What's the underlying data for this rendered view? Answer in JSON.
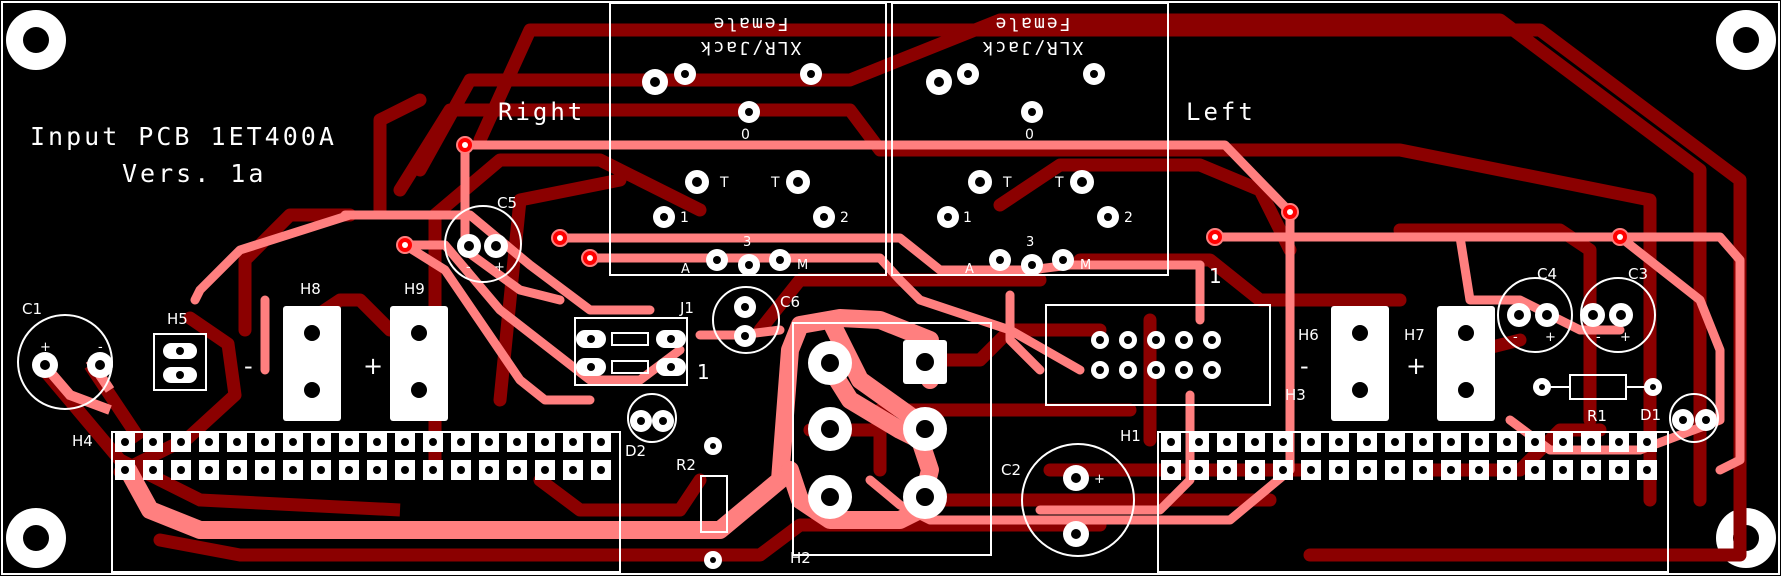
{
  "board": {
    "title_line1": "Input PCB 1ET400A",
    "title_line2": "Vers. 1a"
  },
  "channels": {
    "right": "Right",
    "left": "Left"
  },
  "connectors": {
    "xlr_right": {
      "line1": "Female",
      "line2": "XLR/Jack",
      "pin_t": "T",
      "pin_t2": "T",
      "pin_1": "1",
      "pin_2": "2",
      "pin_3": "3",
      "pin_a": "A",
      "pin_m": "M",
      "pin_0": "0"
    },
    "xlr_left": {
      "line1": "Female",
      "line2": "XLR/Jack",
      "pin_t": "T",
      "pin_t2": "T",
      "pin_1": "1",
      "pin_2": "2",
      "pin_3": "3",
      "pin_a": "A",
      "pin_m": "M",
      "pin_0": "0"
    }
  },
  "designators": {
    "c1": "C1",
    "c2": "C2",
    "c3": "C3",
    "c4": "C4",
    "c5": "C5",
    "c6": "C6",
    "d1": "D1",
    "d2": "D2",
    "r1": "R1",
    "r2": "R2",
    "h1": "H1",
    "h2": "H2",
    "h3": "H3",
    "h4": "H4",
    "h5": "H5",
    "h6": "H6",
    "h7": "H7",
    "h8": "H8",
    "h9": "H9",
    "j1": "J1"
  },
  "marks": {
    "minus": "-",
    "plus": "+",
    "one": "1",
    "j1_pin1": "1",
    "h3_pin1": "1",
    "c2_plus": "+",
    "c1_plus": "+",
    "c1_minus": "-",
    "c5_minus": "-",
    "c5_plus": "+",
    "c4_minus": "-",
    "c4_plus": "+",
    "c3_minus": "-",
    "c3_plus": "+"
  },
  "colors": {
    "background": "#000000",
    "bottom_copper": "#8b0000",
    "top_copper": "#ff7f7f",
    "silkscreen": "#ffffff",
    "via": "#ff0000"
  }
}
